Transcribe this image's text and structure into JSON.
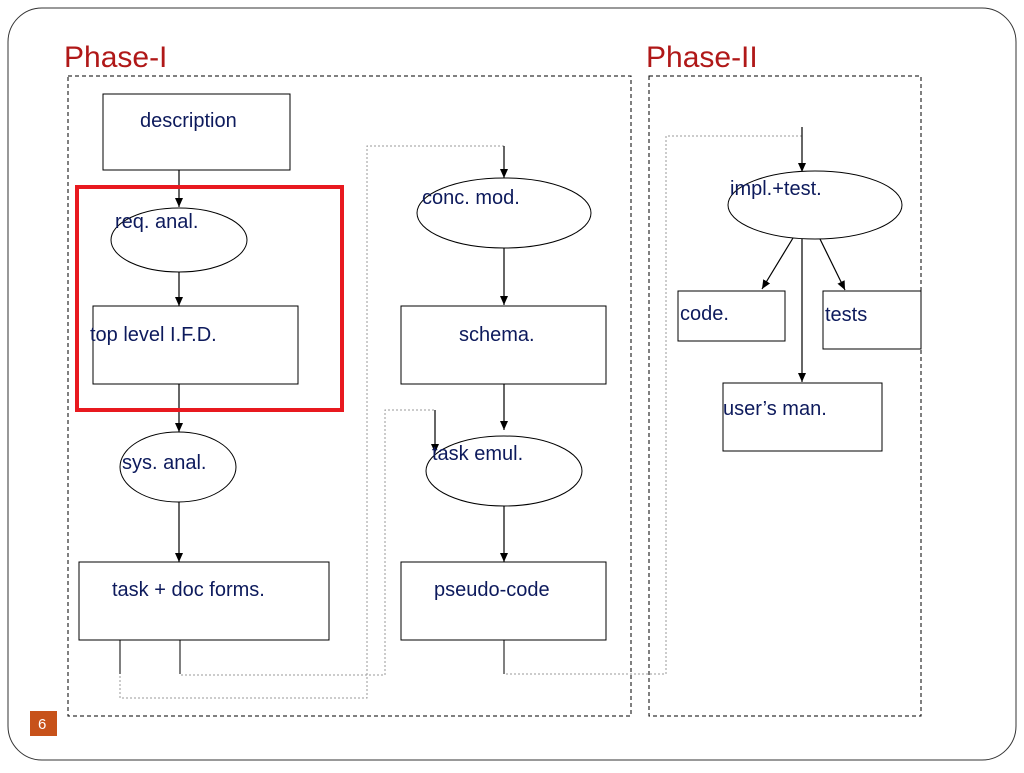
{
  "slide": {
    "phase1_title": "Phase-I",
    "phase2_title": "Phase-II",
    "page_number": "6",
    "colors": {
      "title": "#b01818",
      "label": "#0d1a5c",
      "highlight": "#e8191f",
      "badge": "#c7521a"
    }
  },
  "nodes": {
    "description": "description",
    "req_anal": "req. anal.",
    "top_level_ifd": "top level I.F.D.",
    "sys_anal": "sys. anal.",
    "task_doc_forms": "task + doc forms.",
    "conc_mod": "conc. mod.",
    "schema": "schema.",
    "task_emul": "task emul.",
    "pseudo_code": "pseudo-code",
    "impl_test": "impl.+test.",
    "code": "code.",
    "tests": "tests",
    "users_man": "user’s man."
  }
}
